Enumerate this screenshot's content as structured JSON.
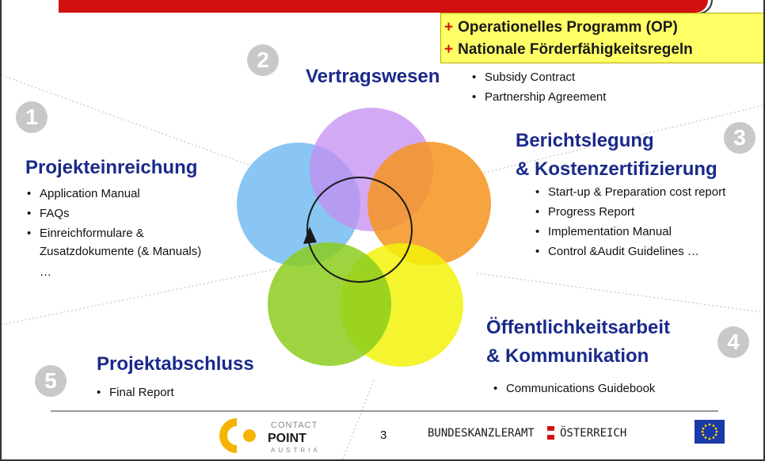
{
  "op_box": {
    "items": [
      {
        "marker": "+",
        "text": "Operationelles Programm (OP)"
      },
      {
        "marker": "+",
        "text": "Nationale Förderfähigkeitsregeln"
      }
    ]
  },
  "steps": [
    {
      "number": "1",
      "title": "Projekteinreichung",
      "items": [
        "Application Manual",
        "FAQs",
        "Einreichformulare &",
        "Zusatzdokumente (& Manuals)",
        "…"
      ]
    },
    {
      "number": "2",
      "title": "Vertragswesen",
      "items": [
        "Subsidy Contract",
        "Partnership Agreement"
      ]
    },
    {
      "number": "3",
      "title_line1": "Berichtslegung",
      "title_line2": "& Kostenzertifizierung",
      "items": [
        "Start-up & Preparation cost report",
        "Progress Report",
        "Implementation Manual",
        "Control &Audit Guidelines …"
      ]
    },
    {
      "number": "4",
      "title_line1": "Öffentlichkeitsarbeit",
      "title_line2": "& Kommunikation",
      "items": [
        "Communications Guidebook"
      ]
    },
    {
      "number": "5",
      "title": "Projektabschluss",
      "items": [
        "Final Report"
      ]
    }
  ],
  "colors": {
    "heading": "#1a2a8a",
    "circle_blue": "#7cc0f2",
    "circle_purple": "#c48cf2",
    "circle_orange": "#f5941e",
    "circle_yellow": "#f2f20a",
    "circle_green": "#8ccc1e",
    "topbar": "#d31010",
    "op_box": "#ffff66"
  },
  "footer": {
    "logo_contact": "CONTACT",
    "logo_point": "POINT",
    "logo_austria": "AUSTRIA",
    "page_number": "3",
    "ministry_left": "BUNDESKANZLERAMT",
    "ministry_right": "ÖSTERREICH",
    "eu_flag": "eu-flag-icon"
  }
}
